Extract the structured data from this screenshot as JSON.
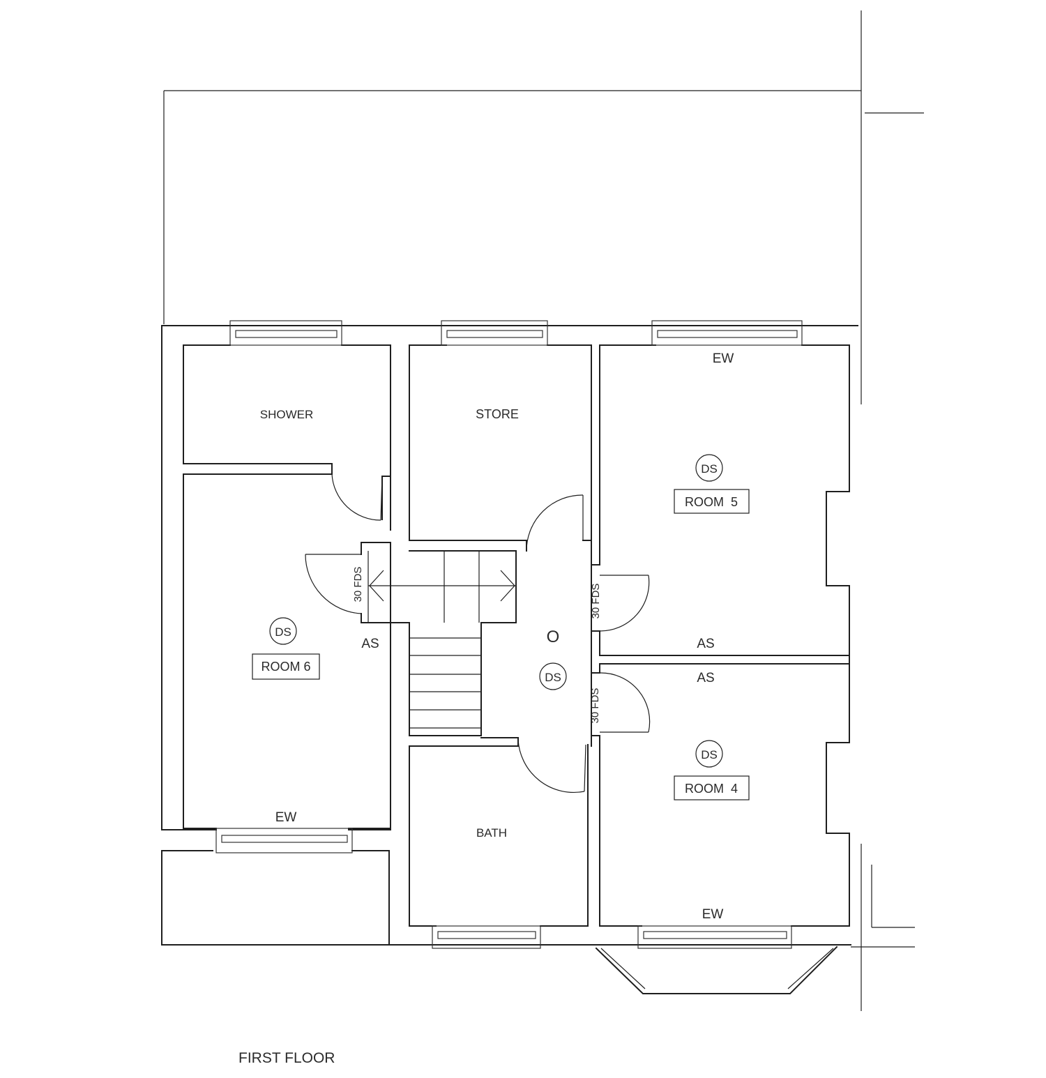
{
  "plan": {
    "title": "FIRST FLOOR",
    "rooms": {
      "shower": "SHOWER",
      "store": "STORE",
      "bath": "BATH",
      "room4": "ROOM  4",
      "room5": "ROOM  5",
      "room6": "ROOM 6"
    },
    "marks": {
      "ew": "EW",
      "as": "AS",
      "ds": "DS",
      "fds": "30 FDS",
      "o": "O"
    }
  }
}
